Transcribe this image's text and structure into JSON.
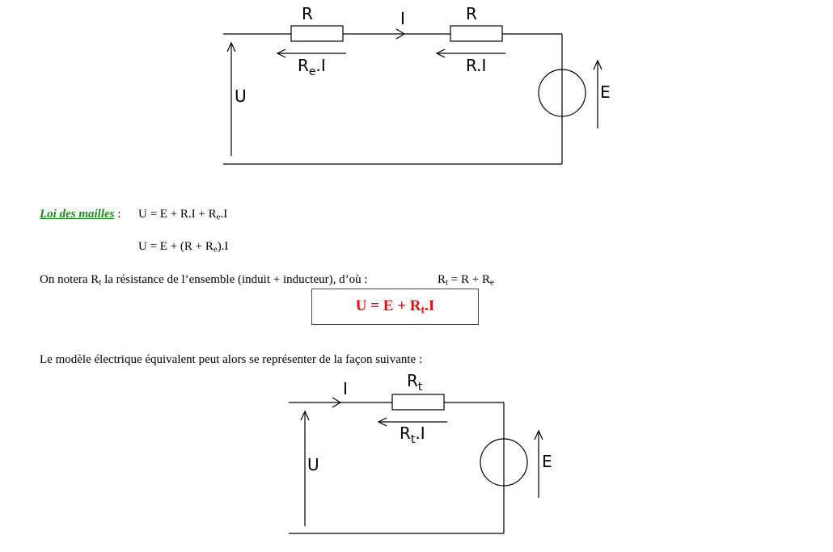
{
  "circuit1": {
    "label_R_left": "R",
    "label_current": "I",
    "label_R_right": "R",
    "label_drop_left": "R",
    "label_drop_left_sub": "e",
    "label_drop_left_end": ".I",
    "label_drop_right": "R.I",
    "label_U": "U",
    "label_E": "E"
  },
  "text": {
    "law_title": "Loi des mailles",
    "law_colon": " :",
    "eq1_a": "U = E + R.I + R",
    "eq1_sub": "e",
    "eq1_b": ".I",
    "eq2_a": "U = E + (R + R",
    "eq2_sub": "e",
    "eq2_b": ").I",
    "note_a": "On notera R",
    "note_sub": "t",
    "note_b": " la résistance de l’ensemble (induit + inducteur), d’où :",
    "rt_def_a": "R",
    "rt_def_sub1": "t",
    "rt_def_b": " = R + R",
    "rt_def_sub2": "e",
    "boxed_a": "U = E + R",
    "boxed_sub": "t",
    "boxed_b": ".I",
    "model_sentence": "Le modèle électrique équivalent peut alors se représenter de la façon suivante :"
  },
  "circuit2": {
    "label_current": "I",
    "label_Rt": "R",
    "label_Rt_sub": "t",
    "label_drop": "R",
    "label_drop_sub": "t",
    "label_drop_end": ".I",
    "label_U": "U",
    "label_E": "E"
  }
}
